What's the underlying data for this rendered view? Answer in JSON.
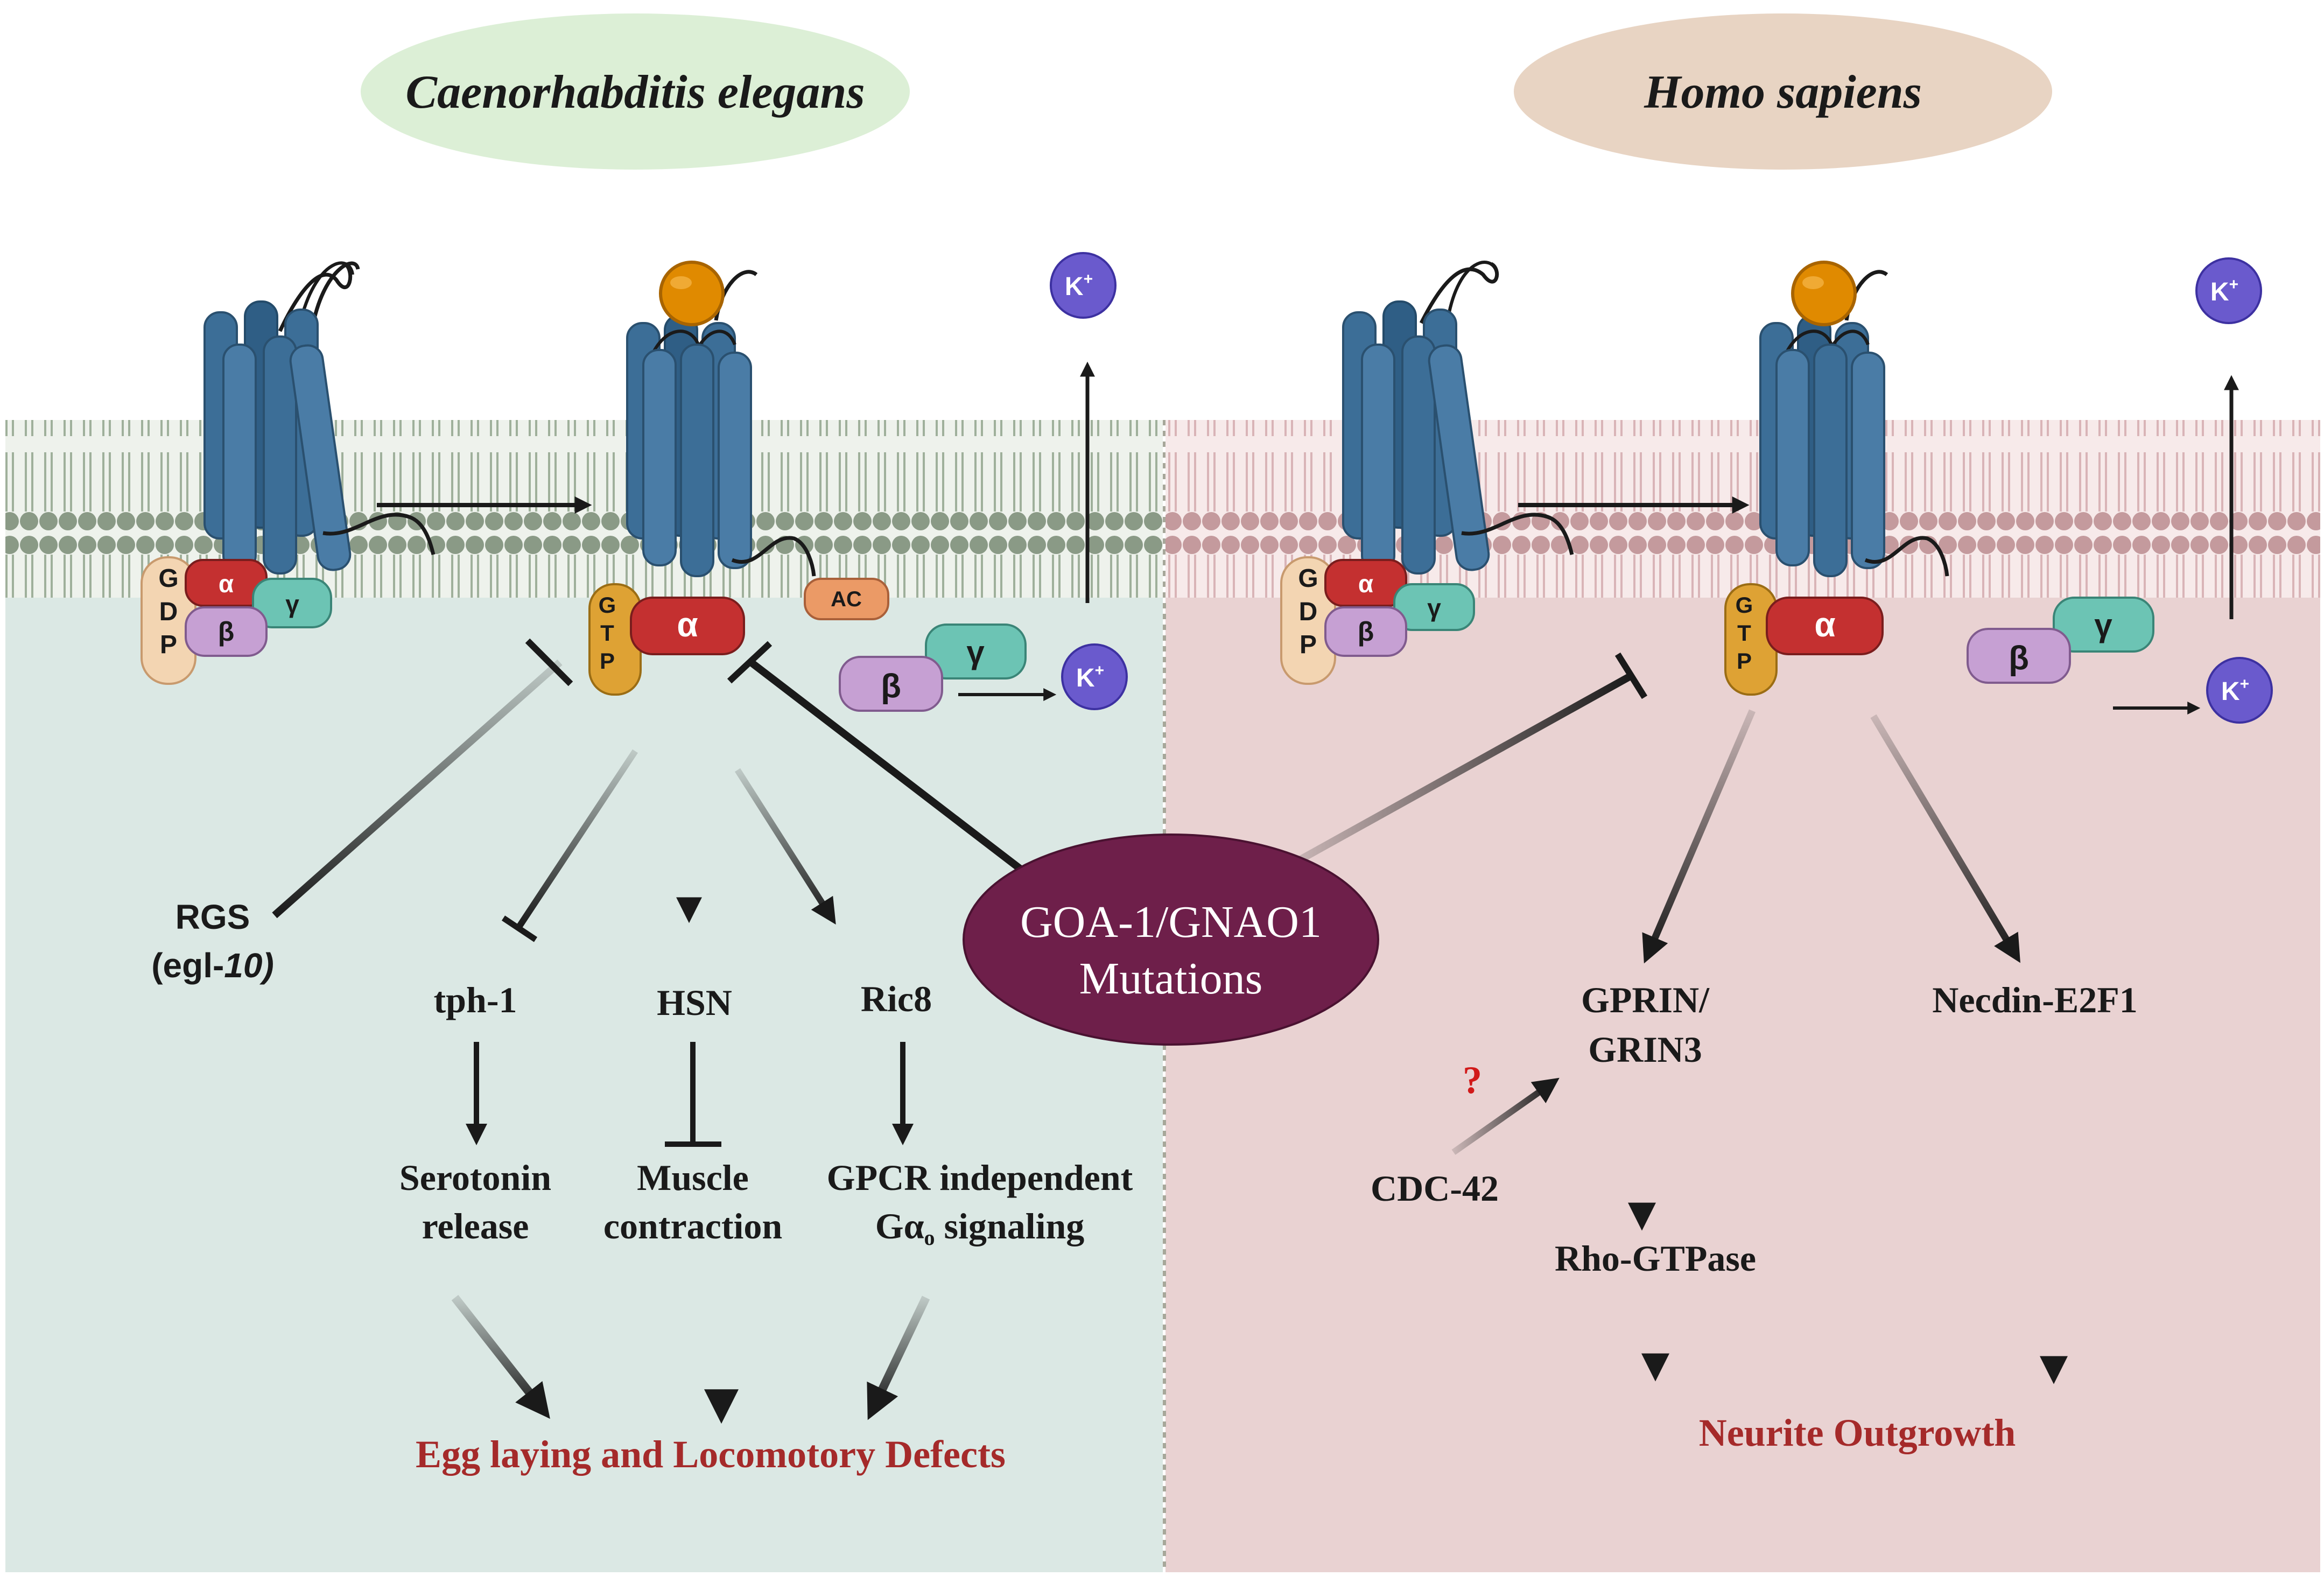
{
  "species": {
    "left": "Caenorhabditis elegans",
    "right": "Homo sapiens"
  },
  "subunits": {
    "gdp": [
      "G",
      "D",
      "P"
    ],
    "gtp": [
      "G",
      "T",
      "P"
    ],
    "alpha": "α",
    "beta": "β",
    "gamma": "γ",
    "ac": "AC",
    "k": "K",
    "k_sup": "+"
  },
  "left_panel": {
    "rgs": "RGS",
    "rgs_gene_open": "(egl-",
    "rgs_gene_num": "10",
    "rgs_gene_close": ")",
    "tph1": "tph-1",
    "hsn": "HSN",
    "ric8": "Ric8",
    "serotonin_1": "Serotonin",
    "serotonin_2": "release",
    "muscle_1": "Muscle",
    "muscle_2": "contraction",
    "gpcr_1": "GPCR independent",
    "gpcr_2_prefix": "Gα",
    "gpcr_2_sub": "o",
    "gpcr_2_suffix": " signaling",
    "outcome": "Egg laying and Locomotory Defects"
  },
  "center": {
    "line1": "GOA-1/GNAO1",
    "line2": "Mutations"
  },
  "right_panel": {
    "gprin_1": "GPRIN/",
    "gprin_2": "GRIN3",
    "necdin": "Necdin-E2F1",
    "question": "?",
    "cdc42": "CDC-42",
    "rho": "Rho-GTPase",
    "outcome": "Neurite Outgrowth"
  },
  "colors": {
    "left_bg": "#dbe8e4",
    "right_bg": "#e9d2d2",
    "receptor": "#3c6e97",
    "alpha": "#c43030",
    "beta": "#c6a0d3",
    "gamma": "#6cc4b4",
    "gtp": "#dea234",
    "gdp": "#f3d5b2",
    "ac": "#eb9a66",
    "potassium": "#6a5acd",
    "ligand": "#e08a00",
    "mutation": "#6e1f4a",
    "outcome_text": "#a52a2a",
    "left_ellipse": "#dcefd6",
    "right_ellipse": "#e8d4c3"
  }
}
